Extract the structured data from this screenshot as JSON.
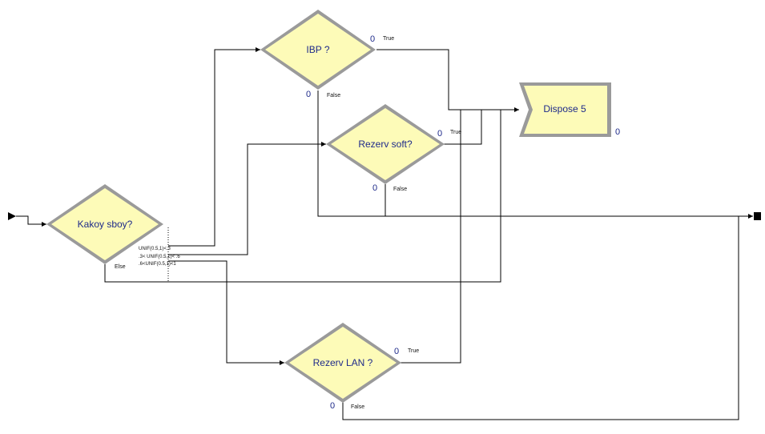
{
  "nodes": {
    "kakoy": {
      "label": "Kakoy sboy?"
    },
    "ibp": {
      "label": "IBP ?",
      "count": "0"
    },
    "rezerv_soft": {
      "label": "Rezerv soft?",
      "count": "0"
    },
    "rezerv_lan": {
      "label": "Rezerv LAN ?",
      "count": "0"
    },
    "dispose": {
      "label": "Dispose 5",
      "count": "0"
    }
  },
  "branches": {
    "ibp_true": "True",
    "ibp_false": "False",
    "soft_true": "True",
    "soft_false": "False",
    "lan_true": "True",
    "lan_false": "False",
    "kakoy_else": "Else"
  },
  "conditions": [
    "UNIF(0.5,1)<.3",
    ".3< UNIF(0.5,1)< .6",
    ".6<UNIF(0.5,1)<1"
  ],
  "counters": {
    "ibp_false_count": "0",
    "soft_false_count": "0",
    "lan_false_count": "0"
  },
  "colors": {
    "fill": "#fdfbb8",
    "border": "#9a9a9a",
    "border_light": "#cfcfcf",
    "text": "#1e2a8a"
  }
}
